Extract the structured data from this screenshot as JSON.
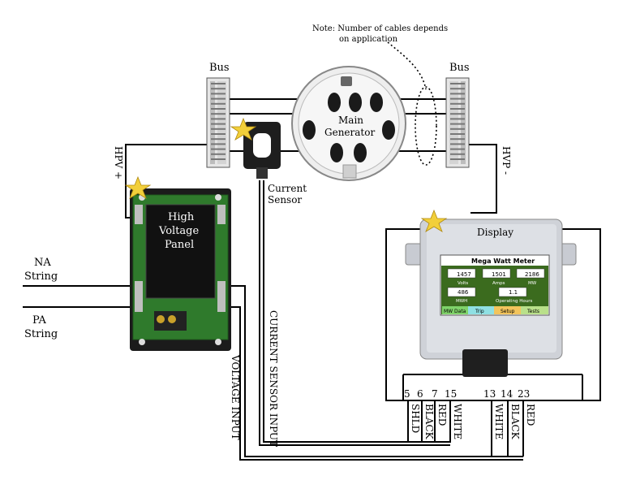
{
  "note": {
    "line1": "Note: Number of cables depends",
    "line2": "on application"
  },
  "bus_left": {
    "label": "Bus"
  },
  "bus_right": {
    "label": "Bus"
  },
  "generator": {
    "line1": "Main",
    "line2": "Generator"
  },
  "hpv_plus": "HPV +",
  "hvp_minus": "HVP -",
  "current_sensor": {
    "line1": "Current",
    "line2": "Sensor"
  },
  "panel": {
    "line1": "High",
    "line2": "Voltage",
    "line3": "Panel"
  },
  "strings": {
    "na_line1": "NA",
    "na_line2": "String",
    "pa_line1": "PA",
    "pa_line2": "String"
  },
  "display_label": "Display",
  "meter": {
    "title": "Mega Watt Meter",
    "volts_value": "1457",
    "volts_label": "Volts",
    "amps_value": "1501",
    "amps_label": "Amps",
    "mw_value": "2186",
    "mw_label": "MW",
    "mwh_value": "486",
    "mwh_label": "MWH",
    "hours_value": "1.1",
    "hours_label": "Operating Hours",
    "tabs": [
      "MW Data",
      "Trip",
      "Setup",
      "Tests"
    ]
  },
  "inputs": {
    "current_sensor_input": "CURRENT SENSOR INPUT",
    "voltage_input": "VOLTAGE INPUT"
  },
  "terminals": [
    {
      "number": "5",
      "wire": "SHLD"
    },
    {
      "number": "6",
      "wire": "BLACK"
    },
    {
      "number": "7",
      "wire": "RED"
    },
    {
      "number": "15",
      "wire": "WHITE"
    },
    {
      "number": "13",
      "wire": "WHITE"
    },
    {
      "number": "14",
      "wire": "BLACK"
    },
    {
      "number": "23",
      "wire": "RED"
    }
  ]
}
